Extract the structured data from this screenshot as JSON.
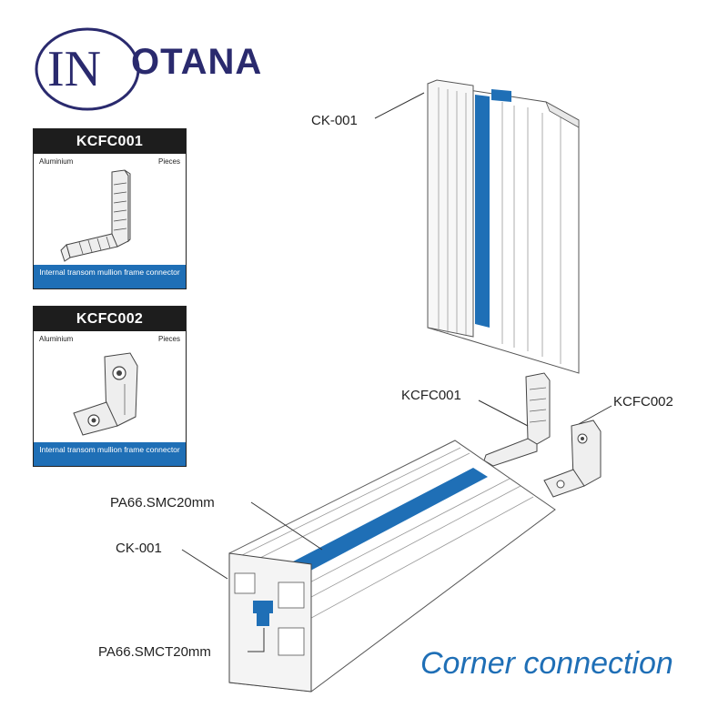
{
  "brand": {
    "logo_letters": "IN",
    "name": "OTANA",
    "color": "#2a2a6e"
  },
  "cards": [
    {
      "code": "KCFC001",
      "material": "Aluminium",
      "unit": "Pieces",
      "description": "Internal transom mullion frame connector"
    },
    {
      "code": "KCFC002",
      "material": "Aluminium",
      "unit": "Pieces",
      "description": "Internal transom mullion frame connector"
    }
  ],
  "callouts": {
    "vertical_profile": "CK-001",
    "connector_a": "KCFC001",
    "connector_b": "KCFC002",
    "gasket_top": "PA66.SMC20mm",
    "horizontal_profile": "CK-001",
    "gasket_bottom": "PA66.SMCT20mm"
  },
  "caption": "Corner connection",
  "colors": {
    "accent_blue": "#1f6fb6",
    "header_black": "#1d1d1d",
    "line": "#333333"
  }
}
